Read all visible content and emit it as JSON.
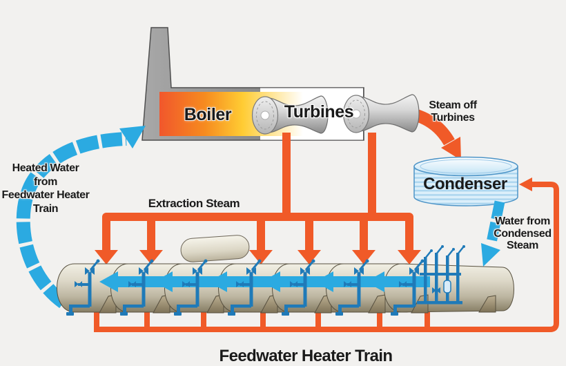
{
  "diagram": {
    "labels": {
      "boiler": "Boiler",
      "turbines": "Turbines",
      "condenser": "Condenser",
      "extraction_steam": "Extraction Steam",
      "feedwater_heater_train": "Feedwater Heater Train",
      "steam_off_turbines": [
        "Steam off",
        "Turbines"
      ],
      "water_from_condensed_steam": [
        "Water from",
        "Condensed",
        "Steam"
      ],
      "heated_water_from_train": [
        "Heated Water",
        "from",
        "Feedwater Heater",
        "Train"
      ]
    },
    "colors": {
      "background": "#F2F1EF",
      "steam_orange": "#F05A28",
      "water_blue": "#2BAAE1",
      "pipe_blue": "#1F7AB8",
      "condenser_blue": "#BFE2F5",
      "heater_tan": "#DDD8C8",
      "metal_gray": "#C9C9C9",
      "text_black": "#1A1A1A"
    },
    "flow": {
      "heater_count": 7,
      "extraction_branch_count": 6
    }
  }
}
